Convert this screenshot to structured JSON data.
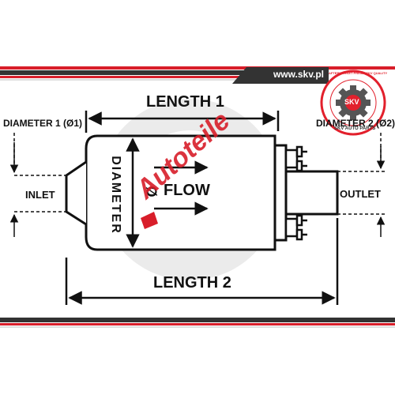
{
  "header": {
    "website": "www.skv.pl",
    "colors": {
      "dark": "#333333",
      "red": "#d81e2a",
      "light": "#f2f2f2"
    }
  },
  "logo": {
    "ring_text": "AFTERMARKET PRICE - SKV QUALITY",
    "bottom_text": "SKV AUTO PARTS",
    "center_text": "SKV",
    "colors": {
      "ring": "#e2202c",
      "gear": "#555555"
    }
  },
  "watermark": {
    "text": "Autoteile",
    "color": "#d81e2a"
  },
  "diagram": {
    "length_1": "LENGTH 1",
    "length_2": "LENGTH 2",
    "diameter_1": "DIAMETER 1 (Ø1)",
    "diameter_2": "DIAMETER 2 (Ø2)",
    "diameter_vertical": "DIAMETER",
    "diameter_symbol": "Ø",
    "flow": "FLOW",
    "inlet": "INLET",
    "outlet": "OUTLET"
  }
}
